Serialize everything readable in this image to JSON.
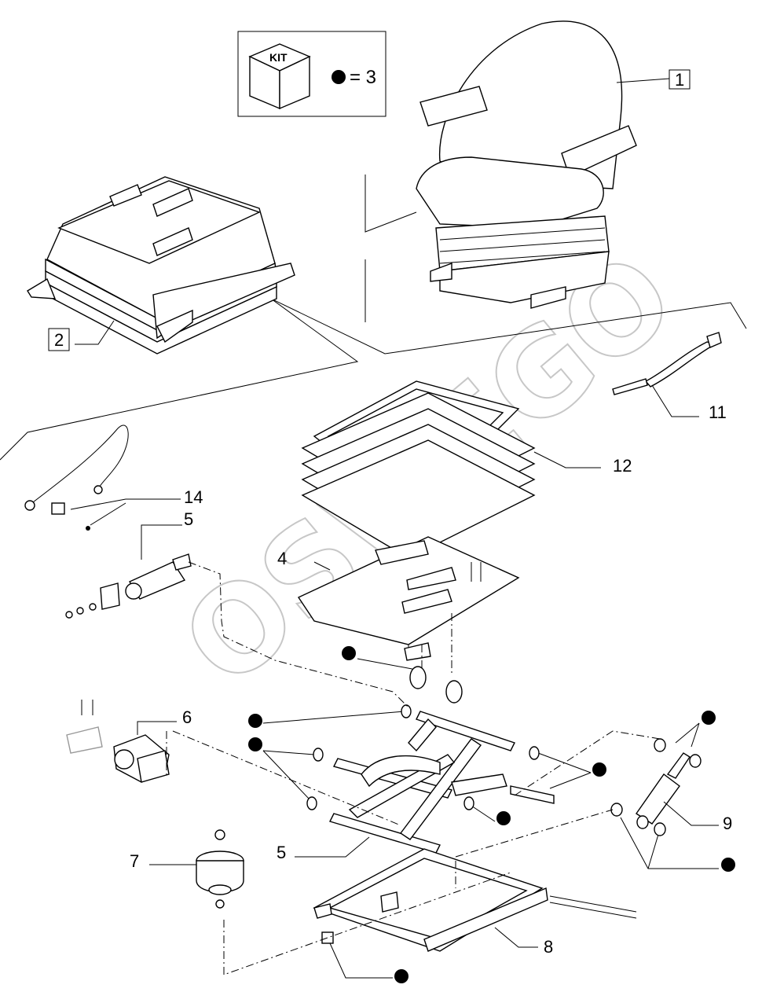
{
  "kit": {
    "box_label": "KIT",
    "equation": "= 3"
  },
  "watermark": {
    "text": "OSWEGO"
  },
  "callouts": {
    "c1": "1",
    "c2": "2",
    "c4": "4",
    "c5a": "5",
    "c5b": "5",
    "c6": "6",
    "c7": "7",
    "c8": "8",
    "c9": "9",
    "c11": "11",
    "c12": "12",
    "c14": "14"
  }
}
